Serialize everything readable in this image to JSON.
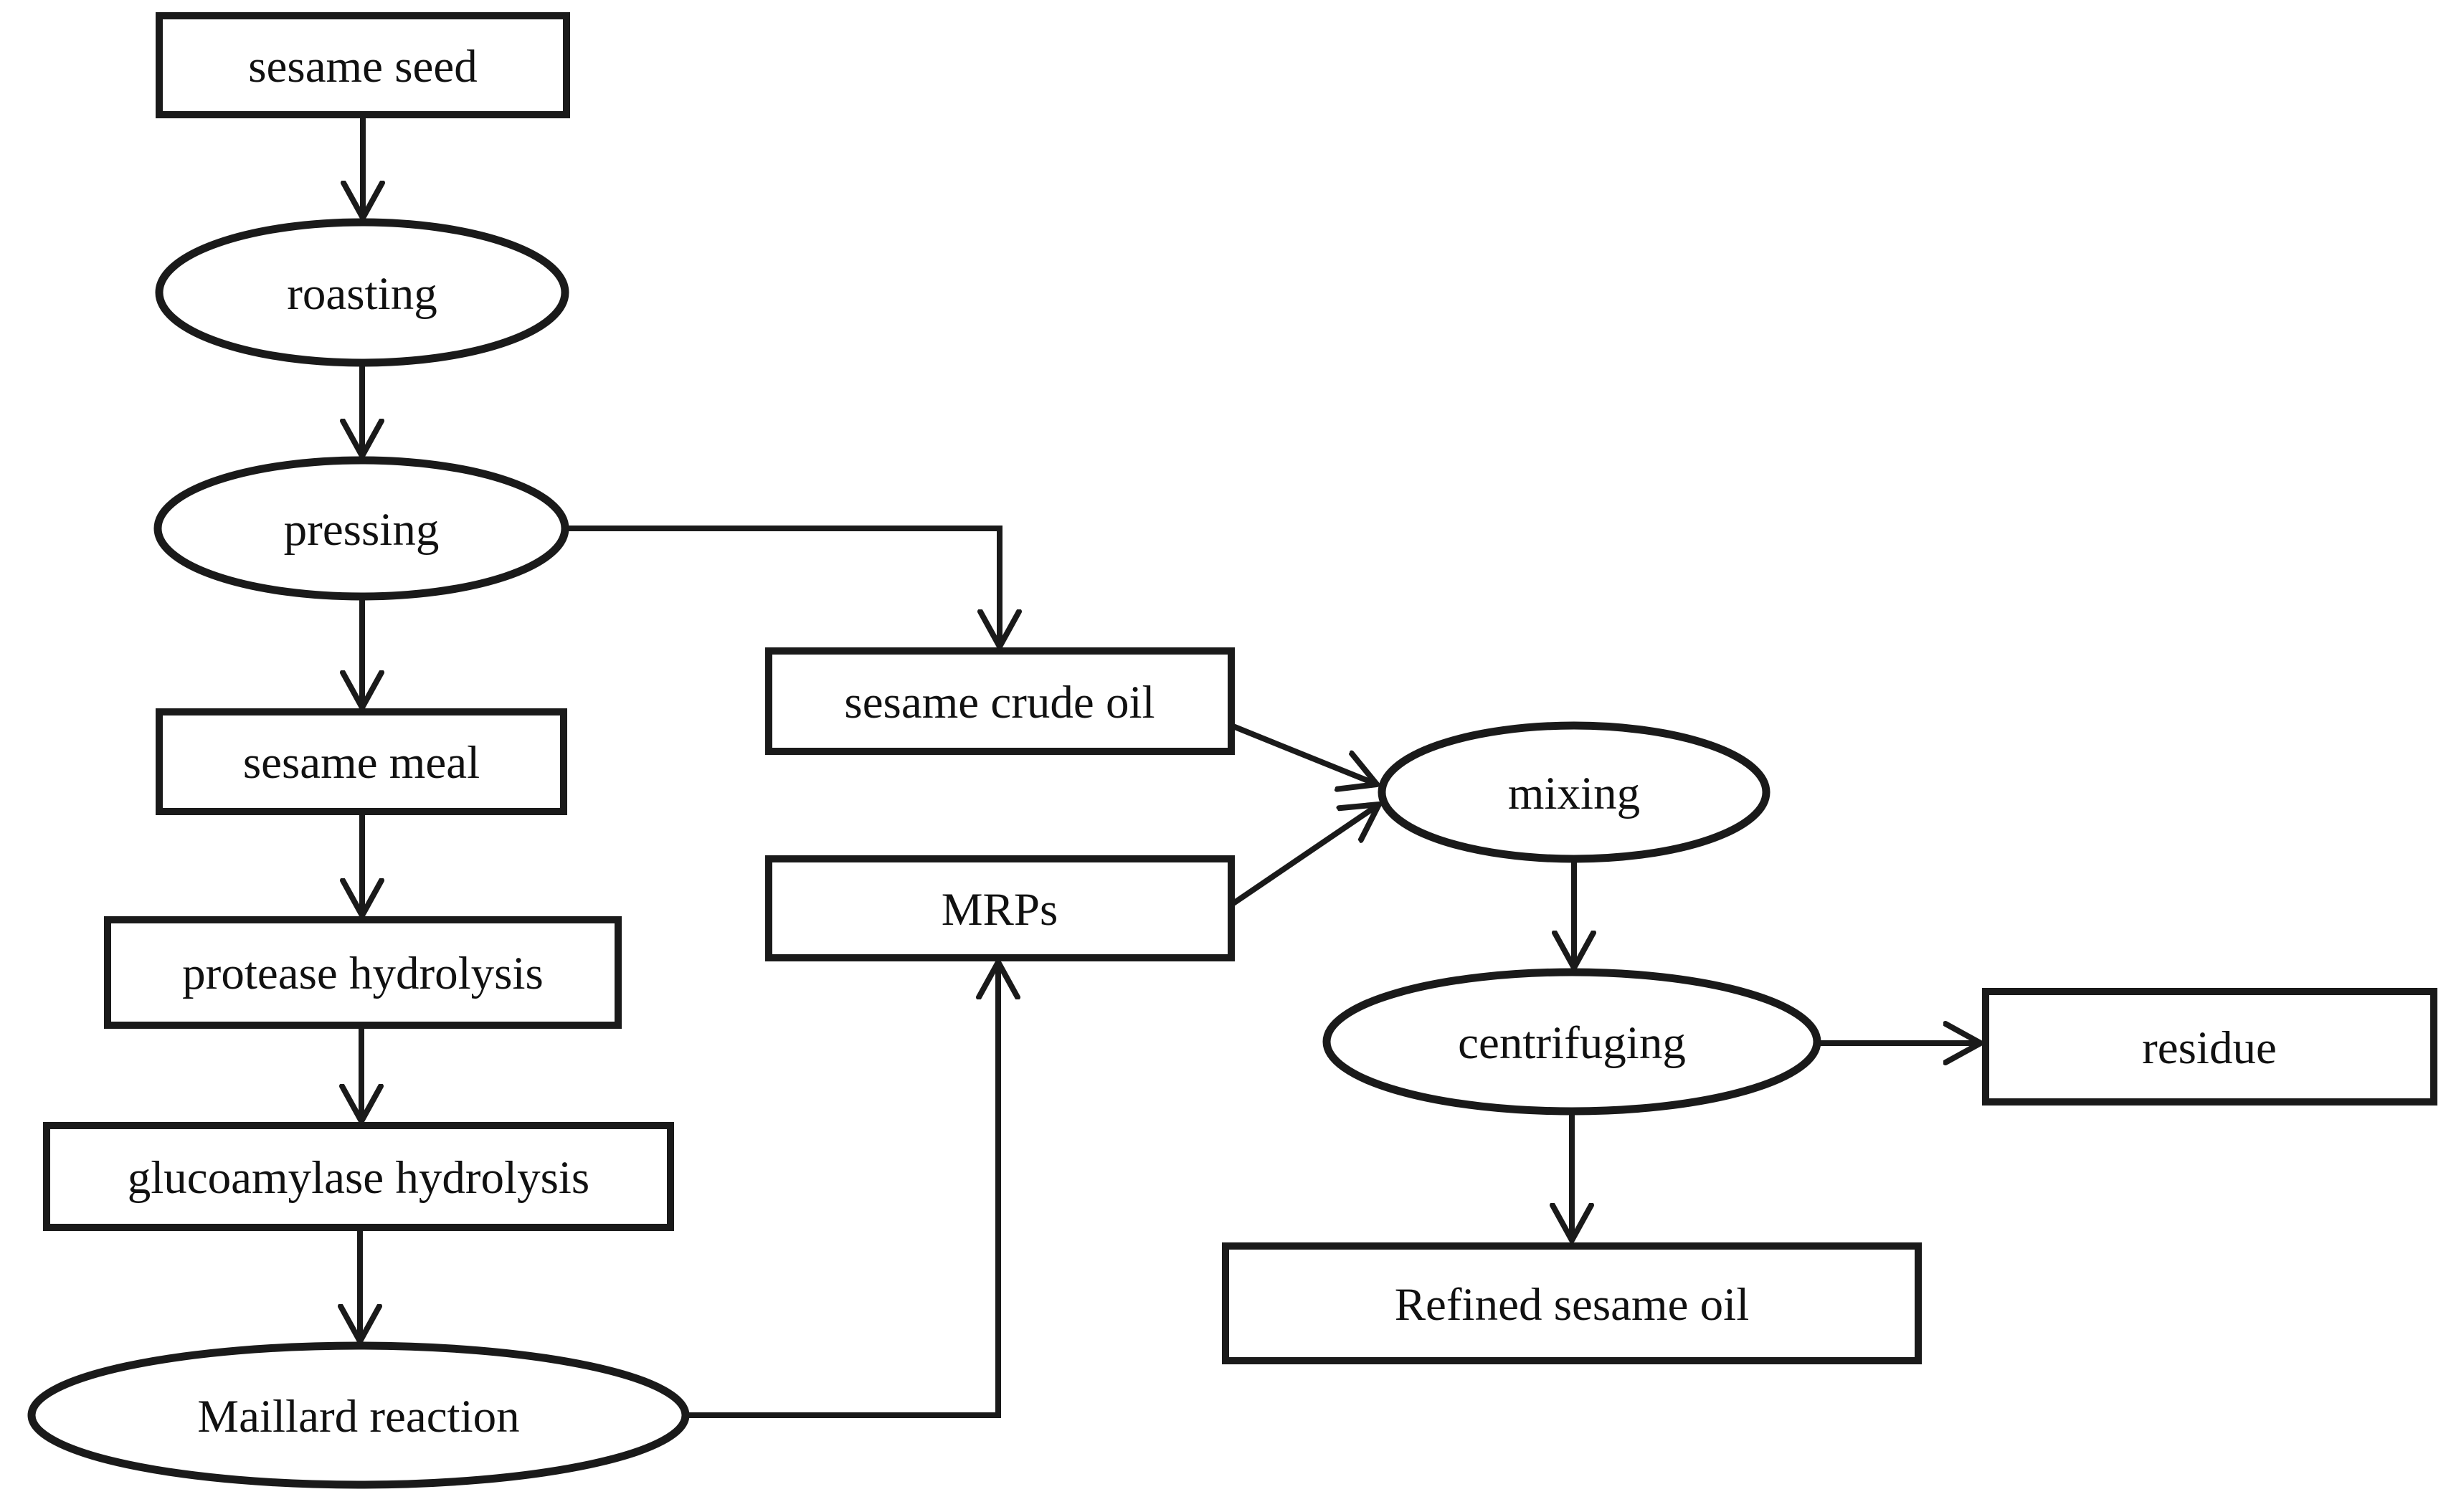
{
  "diagram": {
    "type": "flowchart",
    "colors": {
      "background": "#ffffff",
      "line": "#1a1a1a",
      "text": "#111111"
    },
    "nodes": {
      "sesame_seed": {
        "label": "sesame seed",
        "shape": "rect"
      },
      "roasting": {
        "label": "roasting",
        "shape": "ellipse"
      },
      "pressing": {
        "label": "pressing",
        "shape": "ellipse"
      },
      "sesame_meal": {
        "label": "sesame meal",
        "shape": "rect"
      },
      "protease_hydrolysis": {
        "label": "protease hydrolysis",
        "shape": "rect"
      },
      "glucoamylase_hydrolysis": {
        "label": "glucoamylase hydrolysis",
        "shape": "rect"
      },
      "maillard_reaction": {
        "label": "Maillard reaction",
        "shape": "ellipse"
      },
      "sesame_crude_oil": {
        "label": "sesame crude oil",
        "shape": "rect"
      },
      "mrps": {
        "label": "MRPs",
        "shape": "rect"
      },
      "mixing": {
        "label": "mixing",
        "shape": "ellipse"
      },
      "centrifuging": {
        "label": "centrifuging",
        "shape": "ellipse"
      },
      "residue": {
        "label": "residue",
        "shape": "rect"
      },
      "refined_sesame_oil": {
        "label": "Refined sesame oil",
        "shape": "rect"
      }
    },
    "edges": [
      {
        "from": "sesame_seed",
        "to": "roasting",
        "style": "straight"
      },
      {
        "from": "roasting",
        "to": "pressing",
        "style": "straight"
      },
      {
        "from": "pressing",
        "to": "sesame_meal",
        "style": "straight"
      },
      {
        "from": "sesame_meal",
        "to": "protease_hydrolysis",
        "style": "straight"
      },
      {
        "from": "protease_hydrolysis",
        "to": "glucoamylase_hydrolysis",
        "style": "straight"
      },
      {
        "from": "glucoamylase_hydrolysis",
        "to": "maillard_reaction",
        "style": "straight"
      },
      {
        "from": "pressing",
        "to": "sesame_crude_oil",
        "style": "elbow"
      },
      {
        "from": "maillard_reaction",
        "to": "mrps",
        "style": "elbow"
      },
      {
        "from": "sesame_crude_oil",
        "to": "mixing",
        "style": "diagonal"
      },
      {
        "from": "mrps",
        "to": "mixing",
        "style": "diagonal"
      },
      {
        "from": "mixing",
        "to": "centrifuging",
        "style": "straight"
      },
      {
        "from": "centrifuging",
        "to": "residue",
        "style": "straight"
      },
      {
        "from": "centrifuging",
        "to": "refined_sesame_oil",
        "style": "straight"
      }
    ]
  }
}
